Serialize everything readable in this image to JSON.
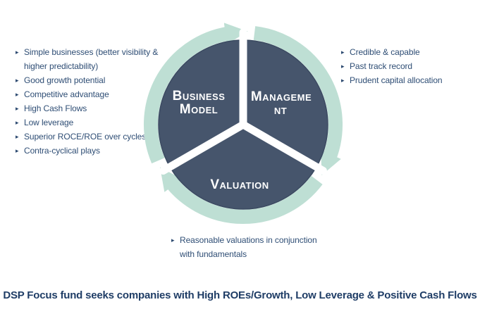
{
  "bullet_glyph": "▸",
  "colors": {
    "ring": "#bedfd4",
    "segment_fill": "#46556c",
    "segment_edge": "#3a4a61",
    "divider": "#ffffff",
    "list_text": "#2f4e75",
    "caption_text": "#1f3d66"
  },
  "left_panel": {
    "items": [
      "Simple businesses (better visibility & higher predictability)",
      "Good growth potential",
      "Competitive advantage",
      "High Cash Flows",
      "Low leverage",
      "Superior ROCE/ROE over cycles",
      "Contra-cyclical plays"
    ]
  },
  "right_panel": {
    "items": [
      "Credible & capable",
      "Past track record",
      "Prudent capital allocation"
    ]
  },
  "diagram": {
    "segments": {
      "business_model": {
        "line1": "Business",
        "line2": "Model"
      },
      "management": {
        "line1": "Manageme",
        "line2": "nt"
      },
      "valuation": {
        "line1": "Valuation"
      }
    }
  },
  "valuation_note": {
    "items": [
      "Reasonable valuations in conjunction with fundamentals"
    ]
  },
  "footer": {
    "caption": "DSP Focus fund seeks companies with High ROEs/Growth, Low Leverage & Positive Cash Flows"
  }
}
